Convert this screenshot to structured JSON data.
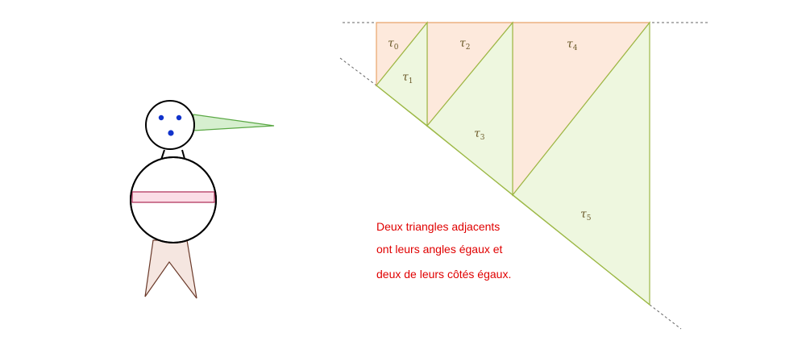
{
  "labels": {
    "t0": {
      "sym": "τ",
      "sub": "0"
    },
    "t1": {
      "sym": "τ",
      "sub": "1"
    },
    "t2": {
      "sym": "τ",
      "sub": "2"
    },
    "t3": {
      "sym": "τ",
      "sub": "3"
    },
    "t4": {
      "sym": "τ",
      "sub": "4"
    },
    "t5": {
      "sym": "τ",
      "sub": "5"
    }
  },
  "caption": {
    "line1": "Deux triangles adjacents",
    "line2": "ont leurs angles égaux et",
    "line3": "deux de leurs côtés égaux."
  },
  "colors": {
    "orange_fill": "#fde9dc",
    "orange_stroke": "#e8a36a",
    "green_fill": "#eef7df",
    "green_stroke": "#9cb845",
    "caption": "#e00000",
    "eyes": "#1133cc",
    "beak_fill": "#d6efcf",
    "beak_stroke": "#5aa844",
    "band_fill": "#fbdde6",
    "band_stroke": "#b0305a",
    "legs_fill": "#f5e6e0",
    "legs_stroke": "#6b3a2a"
  }
}
